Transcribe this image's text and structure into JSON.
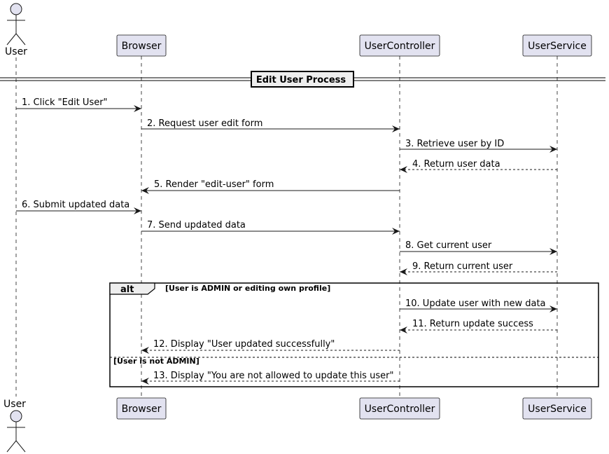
{
  "colors": {
    "participant_fill": "#E2E2F0",
    "participant_stroke": "#181818",
    "lifeline": "#181818",
    "frame": "#000000"
  },
  "participants": [
    {
      "id": "user",
      "label": "User",
      "kind": "actor",
      "icon": "stick-figure-icon"
    },
    {
      "id": "browser",
      "label": "Browser",
      "kind": "participant"
    },
    {
      "id": "controller",
      "label": "UserController",
      "kind": "participant"
    },
    {
      "id": "service",
      "label": "UserService",
      "kind": "participant"
    }
  ],
  "separator": {
    "label": "Edit User Process"
  },
  "messages": [
    {
      "from": "user",
      "to": "browser",
      "label": "1. Click \"Edit User\"",
      "style": "solid"
    },
    {
      "from": "browser",
      "to": "controller",
      "label": "2. Request user edit form",
      "style": "solid"
    },
    {
      "from": "controller",
      "to": "service",
      "label": "3. Retrieve user by ID",
      "style": "solid"
    },
    {
      "from": "service",
      "to": "controller",
      "label": "4. Return user data",
      "style": "dashed"
    },
    {
      "from": "controller",
      "to": "browser",
      "label": "5. Render \"edit-user\" form",
      "style": "solid"
    },
    {
      "from": "user",
      "to": "browser",
      "label": "6. Submit updated data",
      "style": "solid"
    },
    {
      "from": "browser",
      "to": "controller",
      "label": "7. Send updated data",
      "style": "solid"
    },
    {
      "from": "controller",
      "to": "service",
      "label": "8. Get current user",
      "style": "solid"
    },
    {
      "from": "service",
      "to": "controller",
      "label": "9. Return current user",
      "style": "dashed"
    },
    {
      "from": "controller",
      "to": "service",
      "label": "10. Update user with new data",
      "style": "solid"
    },
    {
      "from": "service",
      "to": "controller",
      "label": "11. Return update success",
      "style": "dashed"
    },
    {
      "from": "controller",
      "to": "browser",
      "label": "12. Display \"User updated successfully\"",
      "style": "dashed"
    },
    {
      "from": "controller",
      "to": "browser",
      "label": "13. Display \"You are not allowed to update this user\"",
      "style": "dashed"
    }
  ],
  "alt": {
    "keyword": "alt",
    "guard1": "[User is ADMIN or editing own profile]",
    "guard2": "[User is not ADMIN]"
  }
}
